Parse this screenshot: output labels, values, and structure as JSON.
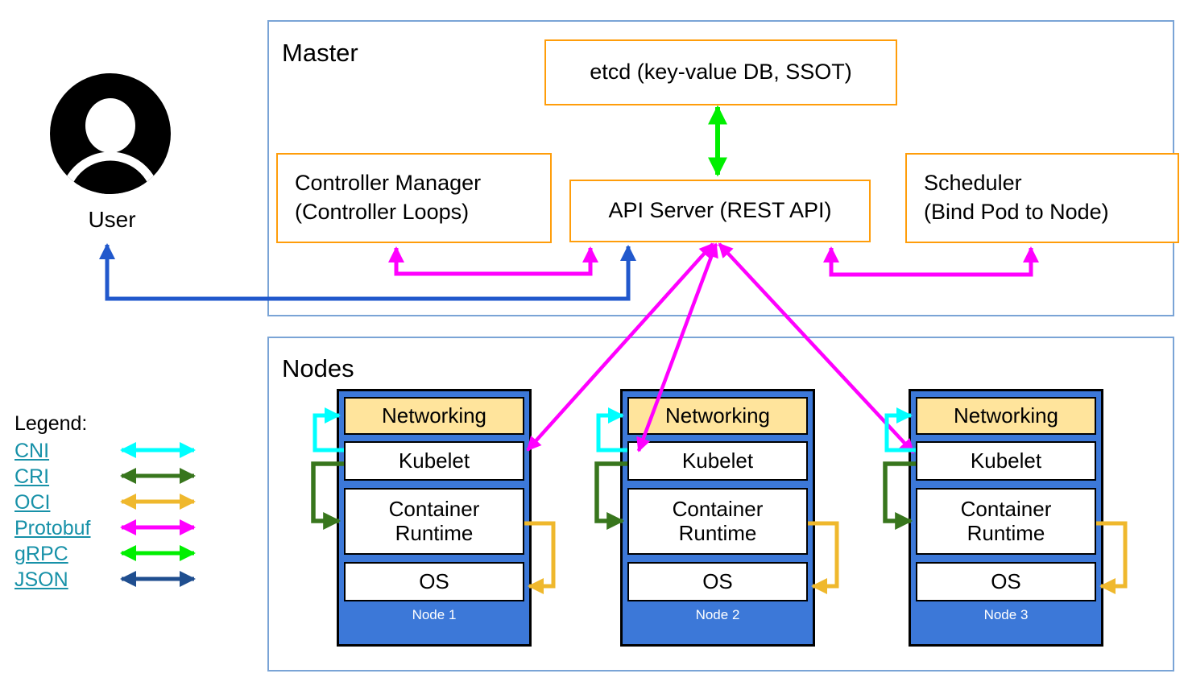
{
  "master": {
    "title": "Master",
    "etcd": "etcd (key-value DB, SSOT)",
    "api_server": "API Server (REST API)",
    "controller_manager": {
      "line1": "Controller Manager",
      "line2": "(Controller Loops)"
    },
    "scheduler": {
      "line1": "Scheduler",
      "line2": "(Bind Pod to Node)"
    }
  },
  "user": {
    "label": "User"
  },
  "nodes_section": {
    "title": "Nodes",
    "layers": {
      "networking": "Networking",
      "kubelet": "Kubelet",
      "container_runtime": "Container Runtime",
      "os": "OS"
    },
    "nodes": [
      {
        "label": "Node 1"
      },
      {
        "label": "Node 2"
      },
      {
        "label": "Node 3"
      }
    ]
  },
  "legend": {
    "title": "Legend:",
    "items": [
      {
        "label": "CNI"
      },
      {
        "label": "CRI"
      },
      {
        "label": "OCI"
      },
      {
        "label": "Protobuf"
      },
      {
        "label": "gRPC"
      },
      {
        "label": "JSON"
      }
    ]
  },
  "colors": {
    "frame_border": "#7aa4d6",
    "orange_border": "#ff9d0a",
    "node_blue": "#3c78d8",
    "networking_fill": "#ffe49c",
    "link_teal": "#1791a8",
    "cni": "#00ffff",
    "cri": "#38761d",
    "oci": "#efb82d",
    "protobuf": "#ff00ff",
    "grpc": "#00ef00",
    "json": "#1f4e8f",
    "user_link": "#2158cc"
  }
}
